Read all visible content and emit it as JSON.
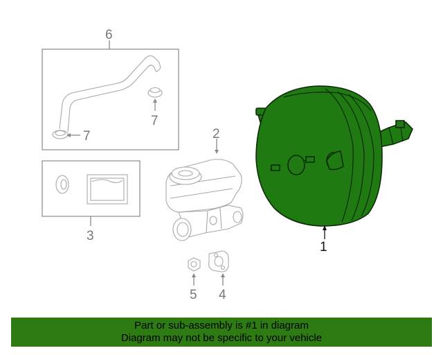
{
  "callouts": {
    "c1": "1",
    "c2": "2",
    "c3": "3",
    "c4": "4",
    "c5": "5",
    "c6": "6",
    "c7a": "7",
    "c7b": "7"
  },
  "banner": {
    "line1": "Part or sub-assembly is #1 in diagram",
    "line2": "Diagram may not be specific to your vehicle"
  },
  "colors": {
    "highlight": "#1f7a12",
    "banner": "#2d7b12"
  }
}
